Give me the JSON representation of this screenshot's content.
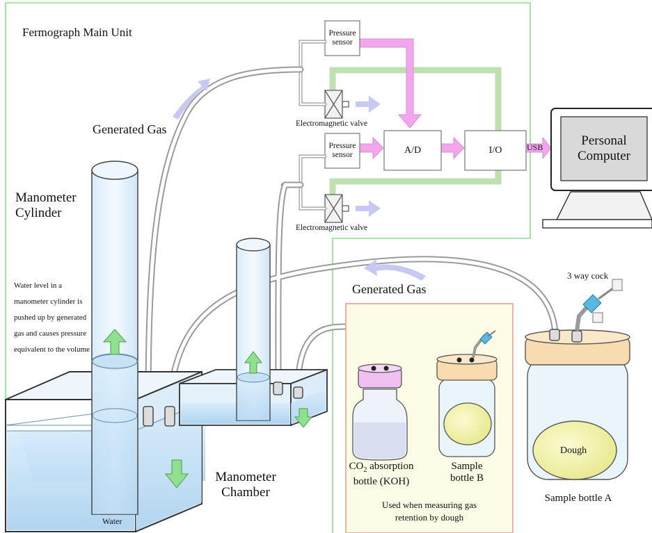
{
  "labels": {
    "main_unit": "Fermograph Main Unit",
    "pressure_sensor_1": "Pressure sensor",
    "pressure_sensor_2": "Pressure sensor",
    "valve_1": "Electromagnetic valve",
    "valve_2": "Electromagnetic valve",
    "ad": "A/D",
    "io": "I/O",
    "usb": "USB",
    "computer": "Personal Computer",
    "generated_gas_1": "Generated Gas",
    "generated_gas_2": "Generated Gas",
    "manometer_cylinder": "Manometer Cylinder",
    "note": "Water level in a manometer cylinder is pushed up by generated gas and causes pressure equivalent to the volume",
    "water": "Water",
    "manometer_chamber": "Manometer Chamber",
    "three_way_cock": "3 way cock",
    "dough_a": "Dough",
    "sample_bottle_a": "Sample bottle A",
    "co2_prefix": "CO",
    "co2_sub": "2",
    "co2_rest": " absorption",
    "co2_line2": "bottle (KOH)",
    "sample_b_line1": "Sample",
    "sample_b_line2": "bottle B",
    "retention_line1": "Used when measuring gas",
    "retention_line2": "retention by dough"
  },
  "colors": {
    "main_unit_border": "#88dd88",
    "retention_border": "#e8a090",
    "retention_fill": "#fbfbe6",
    "pink_arrow": "#f3a6ee",
    "green_bus": "#bfe0b0",
    "gas_arrow": "#c8c8f4",
    "water": "#b8d8f0",
    "cap_pink": "#f0c0f0",
    "cap_tan": "#f8dcb0",
    "dough": "#f2f2a8",
    "screen": "#d9d9d9",
    "up_arrow": "#90e090"
  }
}
